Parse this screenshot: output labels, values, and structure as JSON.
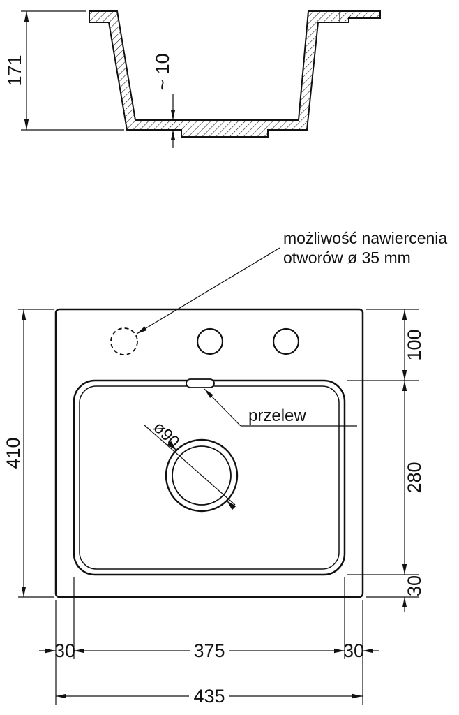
{
  "annotation": {
    "line1": "możliwość nawiercenia",
    "line2": "otworów ø 35 mm"
  },
  "labels": {
    "overflow": "przelew",
    "drain_diameter": "ø90"
  },
  "dimensions": {
    "cross_section_height": "171",
    "bottom_thickness": "~ 10",
    "plan_height": "410",
    "holes_zone_depth": "100",
    "basin_length": "280",
    "basin_front_offset": "30",
    "left_margin": "30",
    "basin_width": "375",
    "right_margin": "30",
    "total_width": "435"
  },
  "colors": {
    "line": "#111111",
    "background": "#ffffff"
  }
}
